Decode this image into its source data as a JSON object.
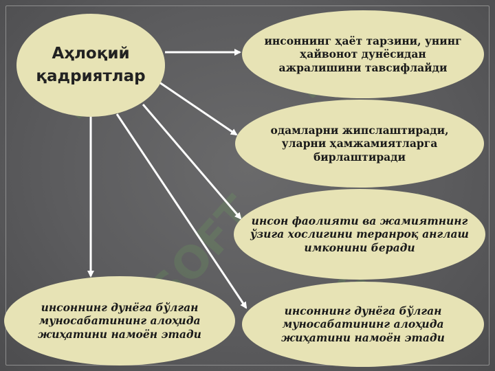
{
  "diagram": {
    "center": {
      "label": "Аҳлоқий қадриятлар"
    },
    "nodes": [
      {
        "id": "node-1",
        "text": "инсоннинг ҳаёт тарзини, унинг ҳайвонот дунёсидан ажралишини тавсифлайди"
      },
      {
        "id": "node-2",
        "text": "одамларни жипслаштиради, уларни ҳамжамиятларга бирлаштиради"
      },
      {
        "id": "node-3",
        "text": "инсон фаолияти ва жамиятнинг ўзига хослигини теранроқ англаш имконини беради"
      },
      {
        "id": "node-4",
        "text": "инсоннинг дунёга бўлган муносабатининг алоҳида жиҳатини намоён этади"
      },
      {
        "id": "node-5",
        "text": "инсоннинг дунёга бўлган муносабатининг алоҳида жиҳатини намоён этади"
      }
    ],
    "colors": {
      "background": "#5c5c5e",
      "ellipse_fill": "#e7e3b5",
      "arrow": "#ffffff",
      "text": "#1a1a1a"
    }
  }
}
